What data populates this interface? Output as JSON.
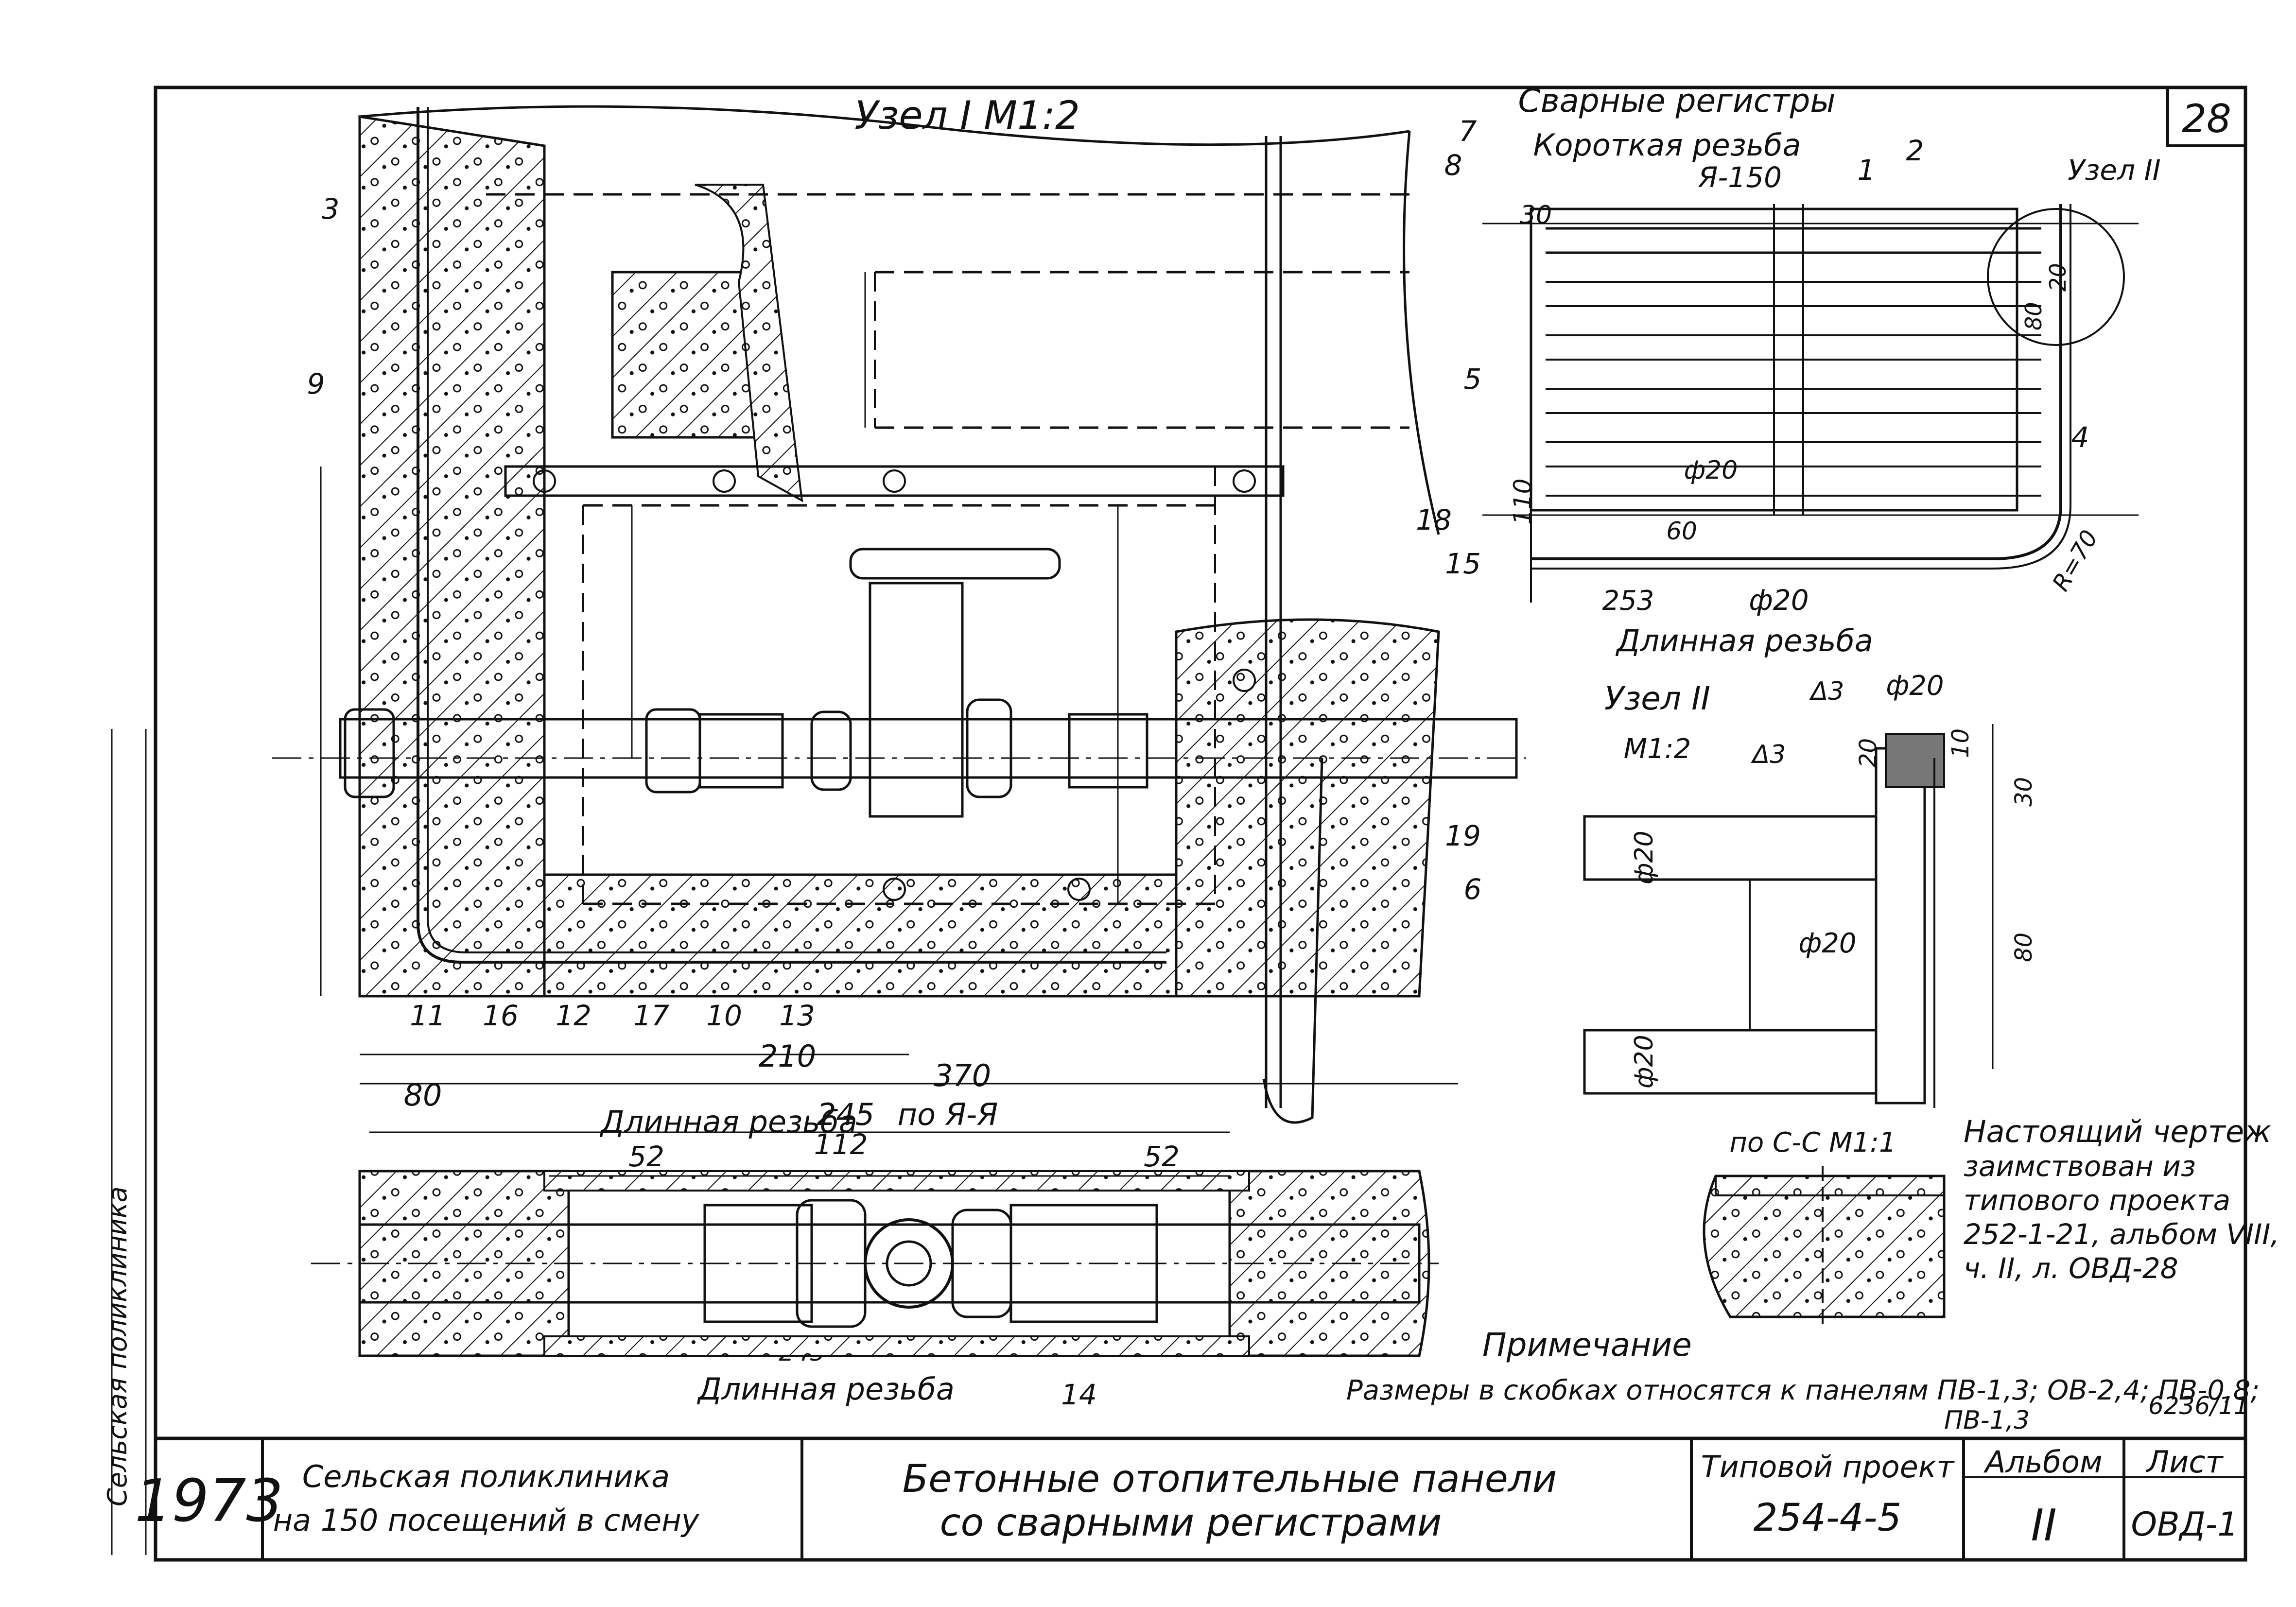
{
  "sheet_number_top": "28",
  "node1": {
    "title": "Узел I М1:2"
  },
  "welded_registers": {
    "title": "Сварные регистры",
    "short_thread": "Короткая резьба",
    "long_thread": "Длинная резьба",
    "node2_ref": "Узел II",
    "dims": [
      "30",
      "Я-150",
      "ф20",
      "ф20",
      "253",
      "60",
      "110",
      "R=70",
      "20",
      "80"
    ]
  },
  "node2": {
    "title": "Узел II",
    "scale": "М1:2",
    "weld1": "Δ3",
    "weld2": "Δ3",
    "dia1": "ф20",
    "dia2": "ф20",
    "dia3": "ф20",
    "dia4": "ф20",
    "d20": "20",
    "d10": "10",
    "d30": "30",
    "d80": "80"
  },
  "section_c": {
    "title": "по С-С М1:1"
  },
  "section_aa": {
    "title": "по Я-Я",
    "long_thread_top": "Длинная резьба",
    "long_thread_bottom": "Длинная резьба",
    "dims": [
      "210",
      "370",
      "80",
      "245",
      "52",
      "112",
      "52",
      "245"
    ]
  },
  "callouts": [
    "1",
    "2",
    "3",
    "4",
    "5",
    "6",
    "7",
    "8",
    "9",
    "10",
    "11",
    "12",
    "13",
    "14",
    "15",
    "16",
    "17",
    "18",
    "19"
  ],
  "borrowed_note": {
    "line1": "Настоящий чертеж",
    "line2": "заимствован из",
    "line3": "типового проекта",
    "line4": "252-1-21, альбом VIII,",
    "line5": "ч. II, л. ОВД-28"
  },
  "note": {
    "label": "Примечание",
    "text1": "Размеры в скобках относятся к панелям ПВ-1,3; ОВ-2,4; ПВ-0,8;",
    "text2": "ПВ-1,3"
  },
  "inventory_code": "6236/11",
  "title_block": {
    "year": "1973",
    "object_line1": "Сельская поликлиника",
    "object_line2": "на 150 посещений в смену",
    "drawing_line1": "Бетонные отопительные панели",
    "drawing_line2": "со сварными регистрами",
    "project_label": "Типовой проект",
    "project_number": "254-4-5",
    "album_label": "Альбом",
    "album_number": "II",
    "sheet_label": "Лист",
    "sheet_number": "ОВД-1"
  },
  "side_stamp": "Сельская поликлиника"
}
